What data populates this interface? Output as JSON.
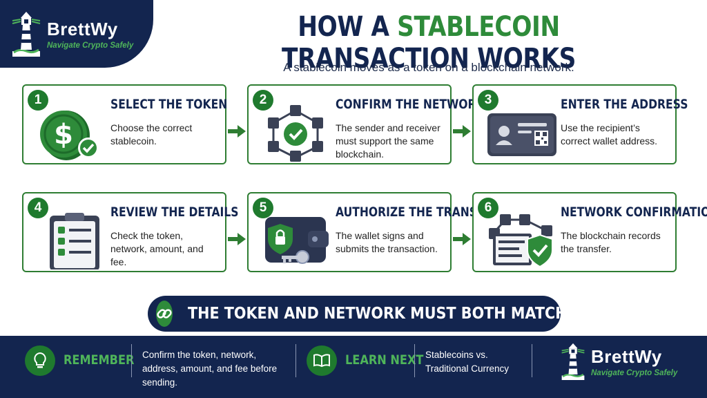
{
  "logo": {
    "brand_a": "Brett",
    "brand_b": "Wy",
    "tagline": "Navigate Crypto Safely"
  },
  "header": {
    "title_pre": "HOW A ",
    "title_accent": "STABLECOIN",
    "title_post": " TRANSACTION WORKS",
    "subtitle": "A stablecoin moves as a token on a blockchain network."
  },
  "steps": [
    {
      "num": "1",
      "title": "SELECT THE TOKEN",
      "body": "Choose the correct stablecoin.",
      "icon": "dollar-coin-icon"
    },
    {
      "num": "2",
      "title": "CONFIRM THE NETWORK",
      "body": "The sender and receiver must support the same blockchain.",
      "icon": "blockchain-network-icon"
    },
    {
      "num": "3",
      "title": "ENTER THE ADDRESS",
      "body": "Use the recipient’s correct wallet address.",
      "icon": "wallet-address-card-icon"
    },
    {
      "num": "4",
      "title": "REVIEW THE DETAILS",
      "body": "Check the token, network, amount, and fee.",
      "icon": "checklist-clipboard-icon"
    },
    {
      "num": "5",
      "title": "AUTHORIZE THE TRANSFER",
      "body": "The wallet signs and submits the transaction.",
      "icon": "wallet-key-icon"
    },
    {
      "num": "6",
      "title": "NETWORK CONFIRMATION",
      "body": "The blockchain records the transfer.",
      "icon": "blockchain-shield-icon"
    }
  ],
  "banner": {
    "text": "THE TOKEN AND NETWORK MUST BOTH MATCH",
    "icon": "link-icon"
  },
  "footer": {
    "remember_label": "REMEMBER",
    "remember_text": "Confirm the token, network, address, amount, and fee before sending.",
    "learn_label": "LEARN NEXT",
    "learn_text": "Stablecoins vs. Traditional Currency"
  },
  "colors": {
    "navy": "#13254f",
    "green": "#2e8b3a",
    "accent_green": "#4fb55a"
  }
}
